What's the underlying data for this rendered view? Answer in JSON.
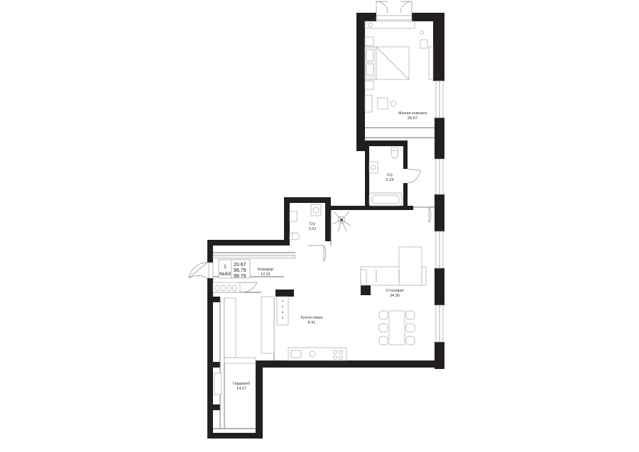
{
  "rooms": [
    {
      "id": "bedroom",
      "name": "Жилая комната",
      "area": "20.67"
    },
    {
      "id": "bath1",
      "name": "С/у",
      "area": "5.24"
    },
    {
      "id": "bath2",
      "name": "С/у",
      "area": "3.51"
    },
    {
      "id": "corridor",
      "name": "Коридор",
      "area": "12.31"
    },
    {
      "id": "dining",
      "name": "Столовая",
      "area": "34.36"
    },
    {
      "id": "kitchen",
      "name": "Кухня-ниша",
      "area": "8.41"
    },
    {
      "id": "wardrobe",
      "name": "Гардероб",
      "area": "14.27"
    }
  ],
  "summary": {
    "rooms_count": "1",
    "apartment_type": "№A3",
    "living_area": "20.67",
    "total_area": "98.79",
    "total_area_2": "98.79"
  }
}
